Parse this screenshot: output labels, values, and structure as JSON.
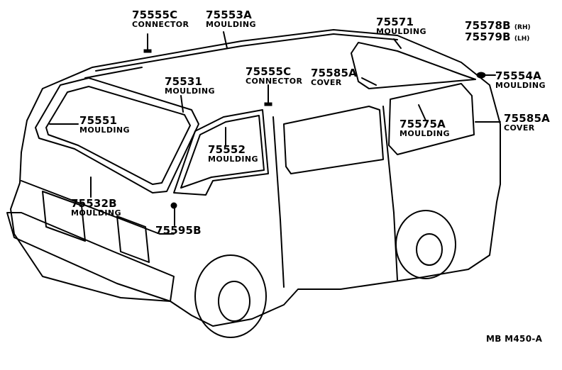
{
  "callouts": [
    {
      "id": "c1",
      "part": "75555C",
      "name": "CONNECTOR"
    },
    {
      "id": "c2",
      "part": "75553A",
      "name": "MOULDING"
    },
    {
      "id": "c3",
      "part": "75571",
      "name": "MOULDING"
    },
    {
      "id": "c4",
      "part": "75578B",
      "side": "(RH)",
      "part2": "75579B",
      "side2": "(LH)"
    },
    {
      "id": "c5",
      "part": "75531",
      "name": "MOULDING"
    },
    {
      "id": "c6",
      "part": "75555C",
      "name": "CONNECTOR"
    },
    {
      "id": "c7",
      "part": "75585A",
      "name": "COVER"
    },
    {
      "id": "c8",
      "part": "75554A",
      "name": "MOULDING"
    },
    {
      "id": "c9",
      "part": "75551",
      "name": "MOULDING"
    },
    {
      "id": "c10",
      "part": "75575A",
      "name": "MOULDING"
    },
    {
      "id": "c11",
      "part": "75585A",
      "name": "COVER"
    },
    {
      "id": "c12",
      "part": "75552",
      "name": "MOULDING"
    },
    {
      "id": "c13",
      "part": "75532B",
      "name": "MOULDING"
    },
    {
      "id": "c14",
      "part": "75595B"
    }
  ],
  "figure_code": "MB  M450-A"
}
